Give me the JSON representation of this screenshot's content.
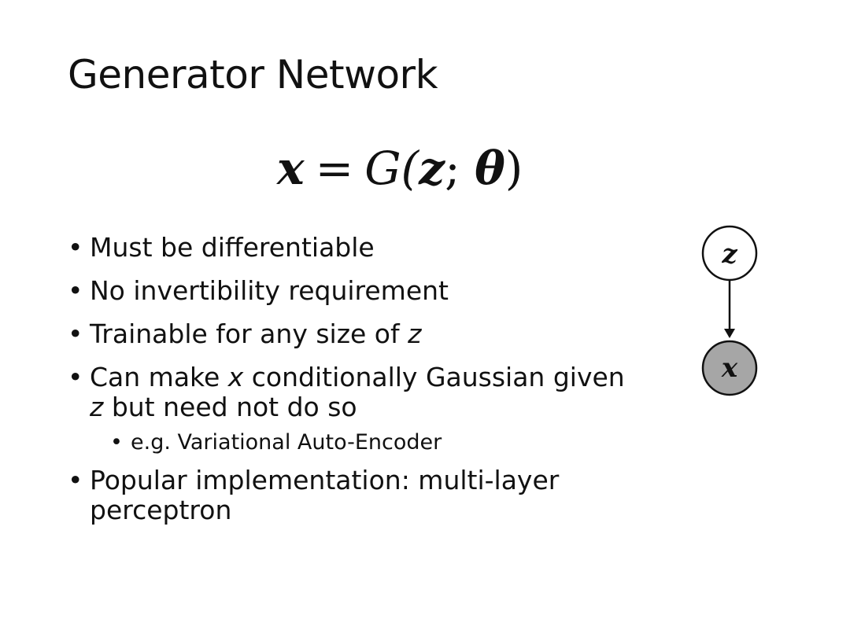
{
  "slide": {
    "title": "Generator Network",
    "equation": {
      "lhs": "x",
      "equals": "=",
      "func": "G(",
      "arg1": "z",
      "sep": "; ",
      "arg2": "θ",
      "close": ")"
    },
    "bullets": [
      {
        "text": "Must be differentiable"
      },
      {
        "text": "No invertibility requirement"
      },
      {
        "pre": "Trainable for any size of ",
        "var": "z"
      },
      {
        "pre": "Can make ",
        "var1": "x",
        "mid": " conditionally Gaussian given",
        "var2": "z",
        "post": " but need not do so"
      },
      {
        "text": "e.g. Variational Auto-Encoder",
        "level": 2
      },
      {
        "line1": "Popular implementation: multi-layer",
        "line2": "perceptron"
      }
    ],
    "bullet_symbol": "•",
    "graph": {
      "top_node": "z",
      "bottom_node": "x",
      "colors": {
        "top_fill": "#ffffff",
        "bottom_fill": "#a6a6a6",
        "stroke": "#111111"
      }
    }
  }
}
